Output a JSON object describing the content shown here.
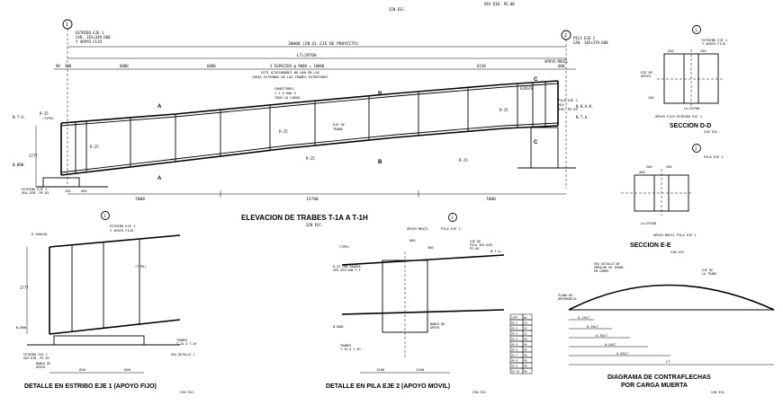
{
  "elevation": {
    "title": "ELEVACION DE TRABES T-1A A T-1H",
    "scale": "SIN ESC.",
    "top_note_scale": "SIN ESC.",
    "see_plan": "VEA DIB. PE-08",
    "eje1_callout": "ESTRIBO EJE 1",
    "eje1_cad": "CAD. 165+349,600",
    "eje1_apoyo": "Y APOYO FIJO",
    "eje2_callout": "PILA EJE 2",
    "eje2_cad": "CAD. 165+379.600",
    "overall_dim": "30000 (EN EL EJE DE PROYECTO)",
    "lt_dim": "LT=29700",
    "spacing_note_1": "2 ESPACIOS @ 9000 = 18000",
    "spacing_note_2": "ESTE ATIESADORES NO VAN EN LAS",
    "spacing_note_3": "CARAS EXTERNAS DE LAS TRABES EXTERIORES",
    "left_dims": [
      "90",
      "300",
      "6000",
      "6000"
    ],
    "right_dims": [
      "6150",
      "600"
    ],
    "apoyo_movil": "APOYO MOVIL",
    "ajuste": "AJUSTE",
    "conectores_1": "CONECTORES",
    "conectores_2": "C-1 @ 600 A",
    "conectores_3": "TODO LO LARGO",
    "eje_trabe_1": "EJE DE",
    "eje_trabe_2": "TRABE",
    "nta_left": "N.T.A.",
    "nban_left": "N.BAN.",
    "nta_right": "N.T.A.",
    "nban_right": "N.B.A.N.",
    "estribo_label_1": "ESTRIBO EJE 1",
    "estribo_label_2": "VEA DIB. PE-03",
    "pila_label_1": "PILA EJE 2",
    "pila_label_2": "VEA",
    "pila_label_3": "DIB. PE-09",
    "bottom_dims": [
      "7000",
      "15700",
      "7000"
    ],
    "sub_dims": [
      "250",
      "650"
    ],
    "height_dim": "1777",
    "rib_labels": [
      "R-25",
      "R-25",
      "R-25",
      "R-25",
      "R-25",
      "R-25"
    ],
    "tipo": "(TIPO)",
    "section_letters": [
      "A",
      "A",
      "B",
      "B",
      "C",
      "C"
    ]
  },
  "section_dd": {
    "title": "SECCION D-D",
    "scale": "SIN ESC.",
    "circle": "1",
    "callout_1": "ESTRIBO EJE 1",
    "callout_2": "Y APOYO FIJO",
    "callout_3": "EJE DE",
    "callout_4": "APOYO",
    "sub": "APOYO FIJO ESTRIBO EJE 1",
    "dims": [
      "250",
      "250",
      "150"
    ],
    "ln": "Ln=29700"
  },
  "section_ee": {
    "title": "SECCION E-E",
    "scale": "SIN ESC.",
    "circle": "2",
    "callout_1": "PILA EJE 2",
    "sub": "APOYO MOVIL PILA EJE 2",
    "dims": [
      "260",
      "250",
      "450"
    ],
    "ln": "Ln=29700"
  },
  "detalle_estribo": {
    "title": "DETALLE EN ESTRIBO EJE 1 (APOYO FIJO)",
    "scale": "SIN ESC.",
    "circle": "1",
    "callout_1": "ESTRIBO EJE 1",
    "callout_2": "Y APOYO FIJO",
    "r_label": "R-400x20",
    "height": "1777",
    "nban": "N.BAN.",
    "estribo_note_1": "ESTRIBO EJE 1",
    "estribo_note_2": "VEA DIB. PE-03",
    "banco": "BANCO DE",
    "apoyo": "APOYO",
    "trabes_1": "TRABES",
    "trabes_2": "T-1A A T-1H",
    "vea_detalle": "VEA DETALLE 1",
    "dims": [
      "650",
      "600"
    ],
    "tipo": "(TIPO)"
  },
  "detalle_pila": {
    "title": "DETALLE EN PILA EJE 2 (APOYO MOVIL)",
    "scale": "SIN ESC.",
    "circle": "2",
    "callout_1": "APOYO MOVIL",
    "callout_2": "PILA EJE 2",
    "dims_top": [
      "600",
      "300"
    ],
    "nta": "N.T.A.",
    "nban": "N.BAN.",
    "banco": "BANCO DE",
    "apoyo": "APOYO",
    "trabes_1": "TRABES",
    "trabes_2": "T-1A A T-1H",
    "eje_pila_1": "EJE DE",
    "eje_pila_2": "PILA VEA DIB.",
    "eje_pila_3": "PE-09",
    "dims_bottom": [
      "1200",
      "1200"
    ],
    "r25": "R-25 CON RANURA",
    "ver_seccion": "VER SECCION F-F",
    "tipo": "(TIPO)"
  },
  "contraflechas": {
    "title_1": "DIAGRAMA DE CONTRAFLECHAS",
    "title_2": "POR CARGA MUERTA",
    "scale": "SIN ESC.",
    "vea_1": "VEA DETALLE DE",
    "vea_2": "EMPALME DE TRABE",
    "vea_3": "EN CAMPO",
    "eje_1": "EJE DE",
    "eje_2": "LA TRABE",
    "plano_1": "PLANO DE",
    "plano_2": "REFERENCIA",
    "stations": [
      "0.15LT",
      "0.20LT",
      "0.30LT",
      "0.40LT",
      "0.50LT",
      "LT"
    ],
    "table_header": [
      "CONT.",
      "mm"
    ],
    "table_rows": [
      [
        "RV-1",
        "10"
      ],
      [
        "RV-2",
        "24"
      ],
      [
        "RV-3",
        "33"
      ],
      [
        "RV-4",
        "40"
      ],
      [
        "RV-5",
        "44"
      ],
      [
        "RV-6",
        "46"
      ],
      [
        "RV-7",
        "48"
      ],
      [
        "RV-8",
        "49"
      ],
      [
        "RV-9",
        "49"
      ],
      [
        "RV-10",
        "48"
      ]
    ]
  }
}
